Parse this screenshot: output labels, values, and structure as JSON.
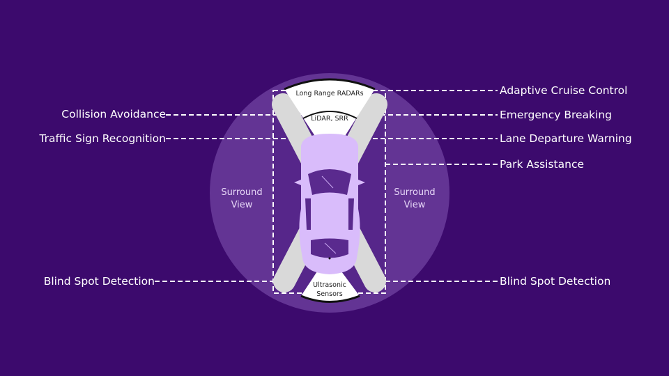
{
  "colors": {
    "background": "#3c0a6d",
    "circle": "#633494",
    "zone": "#56268a",
    "car": "#d9bcfb",
    "beam": "#d9d9d9",
    "sector": "#ffffff"
  },
  "sensors": {
    "long_range": "Long Range RADARs",
    "lidar": "LiDAR, SRR",
    "ultrasonic_line1": "Ultrasonic",
    "ultrasonic_line2": "Sensors"
  },
  "surround_left": {
    "line1": "Surround",
    "line2": "View"
  },
  "surround_right": {
    "line1": "Surround",
    "line2": "View"
  },
  "right_labels": [
    "Adaptive Cruise Control",
    "Emergency Breaking",
    "Lane Departure Warning",
    "Park Assistance",
    "Blind Spot Detection"
  ],
  "left_labels": [
    "Collision Avoidance",
    "Traffic Sign Recognition",
    "Blind Spot Detection"
  ]
}
